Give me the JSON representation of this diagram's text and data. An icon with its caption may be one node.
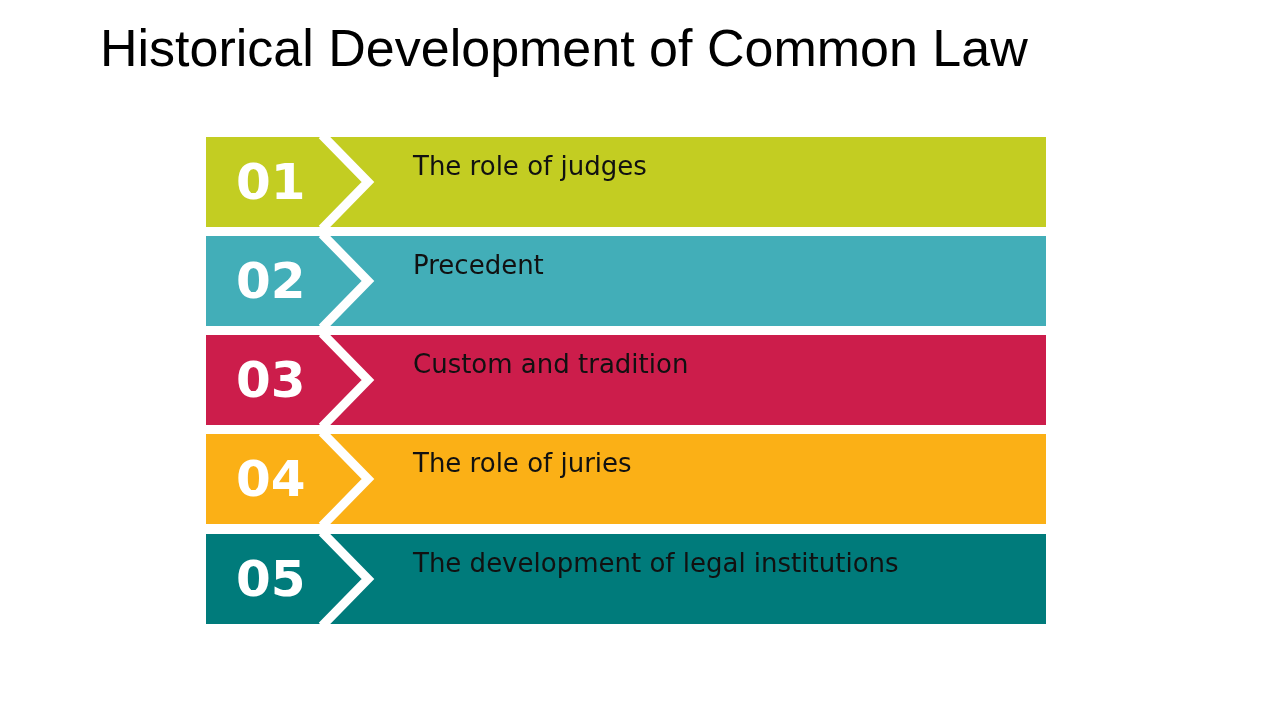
{
  "diagram": {
    "title": "Historical Development of Common Law",
    "nodes": [
      {
        "text": [
          "01",
          "The role of judges"
        ]
      },
      {
        "text": [
          "02",
          "Precedent"
        ]
      },
      {
        "text": [
          "03",
          "Custom and tradition"
        ]
      },
      {
        "text": [
          "04",
          "The role of juries"
        ]
      },
      {
        "text": [
          "05",
          "The development of legal institutions"
        ]
      }
    ],
    "edges": []
  }
}
